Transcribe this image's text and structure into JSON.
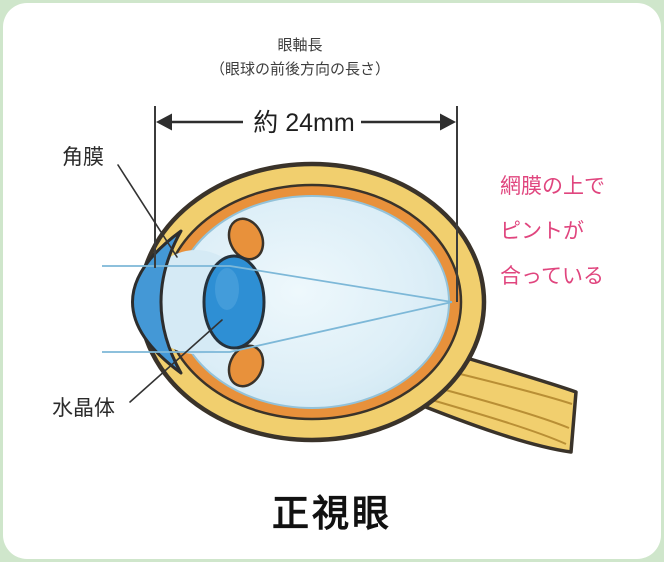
{
  "page": {
    "background_color": "#cfe6cb",
    "title": {
      "line1": "眼軸長",
      "line2": "（眼球の前後方向の長さ）"
    },
    "measurement": {
      "label": "約 24mm"
    },
    "labels": {
      "cornea": "角膜",
      "lens": "水晶体"
    },
    "focus_note": {
      "line1": "網膜の上で",
      "line2": "ピントが",
      "line3": "合っている",
      "color": "#e0457e"
    },
    "caption": "正視眼",
    "colors": {
      "outline": "#3a332a",
      "sclera": "#f1cf6e",
      "choroid": "#e8913b",
      "cornea": "#4498d6",
      "lens": "#2e8fd4",
      "anterior_chamber": "#d5eaf5",
      "interior_light": "#ecf7fb",
      "interior_edge": "#cfe7f2",
      "ray": "#7db8d8",
      "nerve_stripe": "#b98f35"
    }
  }
}
